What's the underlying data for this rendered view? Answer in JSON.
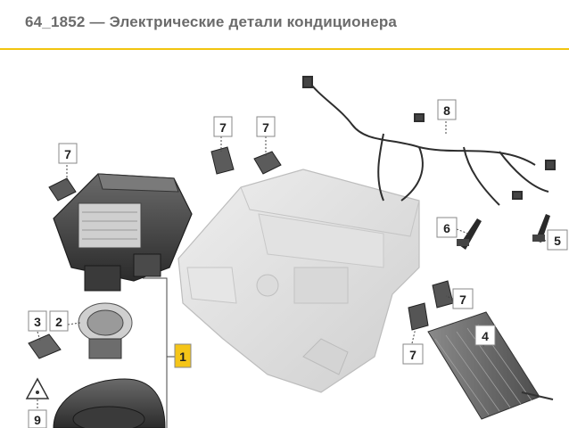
{
  "header": {
    "title": "64_1852 — Электрические детали кондиционера"
  },
  "callouts": {
    "c7a": "7",
    "c7b": "7",
    "c7c": "7",
    "c8": "8",
    "c6": "6",
    "c5": "5",
    "c7d": "7",
    "c7e": "7",
    "c4": "4",
    "c3": "3",
    "c2": "2",
    "c1": "1",
    "c9": "9"
  },
  "colors": {
    "accent": "#f1c40f",
    "callout_highlight": "#f5c518"
  }
}
